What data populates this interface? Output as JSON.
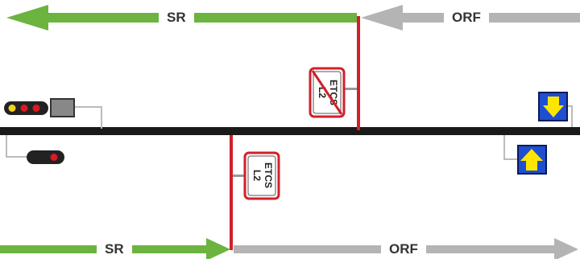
{
  "colors": {
    "sr": "#6cb33f",
    "orf": "#b4b4b4",
    "track": "#1a1a1a",
    "boundary": "#d0202a",
    "sign_bg": "#1f4fd0",
    "sign_arrow": "#ffe600"
  },
  "top_lane": {
    "sr_label": "SR",
    "orf_label": "ORF"
  },
  "bottom_lane": {
    "sr_label": "SR",
    "orf_label": "ORF"
  },
  "top_board": {
    "line1": "ETCS",
    "line2": "L2",
    "crossed": true
  },
  "bottom_board": {
    "line1": "ETCS",
    "line2": "L2",
    "crossed": false
  },
  "signs": {
    "top_right": {
      "icon": "arrow-down-icon"
    },
    "bottom_right": {
      "icon": "arrow-up-icon"
    }
  },
  "signals": {
    "top_left": {
      "lamps": [
        "#f2d21b",
        "#d81b23",
        "#d81b23"
      ]
    },
    "bottom_left": {
      "lamps": [
        "#d81b23"
      ]
    }
  }
}
